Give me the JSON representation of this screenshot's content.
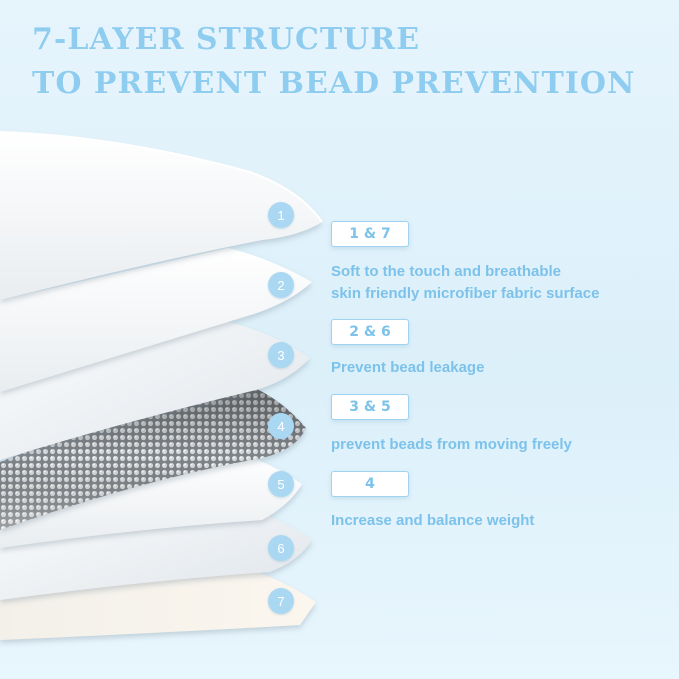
{
  "headline": {
    "line1": "7-LAYER STRUCTURE",
    "line2": "TO PREVENT BEAD PREVENTION"
  },
  "layer_numbers": [
    "1",
    "2",
    "3",
    "4",
    "5",
    "6",
    "7"
  ],
  "callouts": [
    {
      "tag": "1 & 7",
      "lines": [
        "Soft to the touch and breathable",
        "skin friendly microfiber fabric surface"
      ]
    },
    {
      "tag": "2 & 6",
      "lines": [
        "Prevent bead leakage"
      ]
    },
    {
      "tag": "3 & 5",
      "lines": [
        "prevent beads from moving freely"
      ]
    },
    {
      "tag": "4",
      "lines": [
        "Increase and balance weight"
      ]
    }
  ],
  "colors": {
    "accent": "#8ecdf0",
    "text": "#7cc2ea",
    "badge": "#aad8f2",
    "background": "#e2f2fb"
  }
}
